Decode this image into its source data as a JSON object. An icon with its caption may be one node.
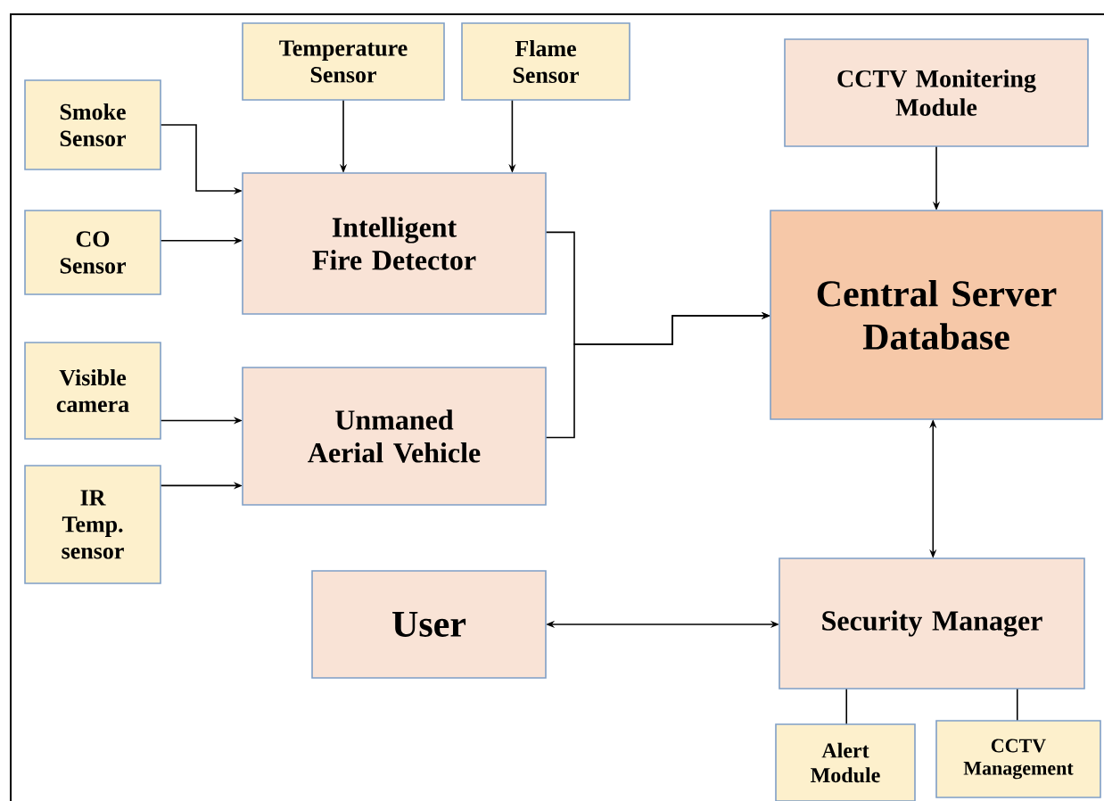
{
  "diagram": {
    "nodes": [
      {
        "text": [
          "Temperature Sensor"
        ]
      },
      {
        "text": [
          "Flame Sensor"
        ]
      },
      {
        "text": [
          "Smoke Sensor"
        ]
      },
      {
        "text": [
          "CO Sensor"
        ]
      },
      {
        "text": [
          "Intelligent Fire Detector"
        ]
      },
      {
        "text": [
          "Visible camera"
        ]
      },
      {
        "text": [
          "Unmaned Aerial Vehicle"
        ]
      },
      {
        "text": [
          "IR Temp. sensor"
        ]
      },
      {
        "text": [
          "CCTV Monitering Module"
        ]
      },
      {
        "text": [
          "Central Server Database"
        ]
      },
      {
        "text": [
          "User"
        ]
      },
      {
        "text": [
          "Security Manager"
        ]
      },
      {
        "text": [
          "Alert Module"
        ]
      },
      {
        "text": [
          "CCTV Management"
        ]
      }
    ],
    "edges": [
      {
        "from": 0,
        "to": 4,
        "arrow": "to"
      },
      {
        "from": 1,
        "to": 4,
        "arrow": "to"
      },
      {
        "from": 2,
        "to": 4,
        "arrow": "to"
      },
      {
        "from": 3,
        "to": 4,
        "arrow": "to"
      },
      {
        "from": 5,
        "to": 6,
        "arrow": "to"
      },
      {
        "from": 7,
        "to": 6,
        "arrow": "to"
      },
      {
        "from": 4,
        "to": 9,
        "arrow": "to"
      },
      {
        "from": 6,
        "to": 9,
        "arrow": "to"
      },
      {
        "from": 8,
        "to": 9,
        "arrow": "to"
      },
      {
        "from": 9,
        "to": 11,
        "arrow": "both"
      },
      {
        "from": 10,
        "to": 11,
        "arrow": "both"
      },
      {
        "from": 11,
        "to": 12,
        "arrow": "none"
      },
      {
        "from": 11,
        "to": 13,
        "arrow": "none"
      }
    ]
  }
}
